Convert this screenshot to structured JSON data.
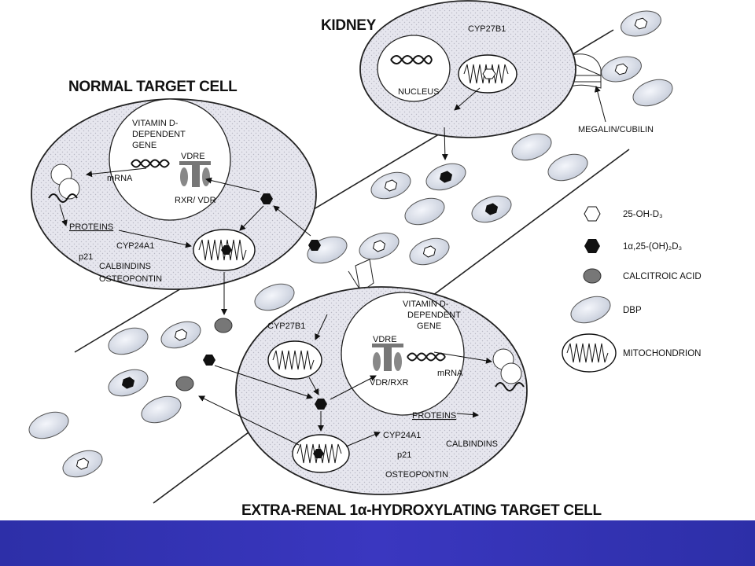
{
  "titles": {
    "kidney": "KIDNEY",
    "normal_cell": "NORMAL TARGET CELL",
    "extra_renal_cell": "EXTRA-RENAL 1α-HYDROXYLATING TARGET CELL"
  },
  "kidney": {
    "nucleus": "NUCLEUS",
    "enzyme": "CYP27B1",
    "receptor": "MEGALIN/CUBILIN"
  },
  "normal_cell": {
    "gene_line1": "VITAMIN D-",
    "gene_line2": "DEPENDENT",
    "gene_line3": "GENE",
    "vdre": "VDRE",
    "mrna": "mRNA",
    "receptor": "RXR/ VDR",
    "proteins": "PROTEINS",
    "enzyme": "CYP24A1",
    "p21": "p21",
    "calbindins": "CALBINDINS",
    "osteopontin": "OSTEOPONTIN"
  },
  "extra_cell": {
    "enzyme1": "CYP27B1",
    "gene_line1": "VITAMIN D-",
    "gene_line2": "DEPENDENT",
    "gene_line3": "GENE",
    "vdre": "VDRE",
    "mrna": "mRNA",
    "receptor": "VDR/RXR",
    "proteins": "PROTEINS",
    "enzyme2": "CYP24A1",
    "p21": "p21",
    "calbindins": "CALBINDINS",
    "osteopontin": "OSTEOPONTIN"
  },
  "legend": {
    "item1": "25-OH-D₃",
    "item2": "1α,25-(OH)₂D₃",
    "item3": "CALCITROIC ACID",
    "item4": "DBP",
    "item5": "MITOCHONDRION"
  },
  "colors": {
    "footer": "#3434b4",
    "cell_fill": "#e3e3ea",
    "dbp_fill": "#e4e8f0"
  }
}
